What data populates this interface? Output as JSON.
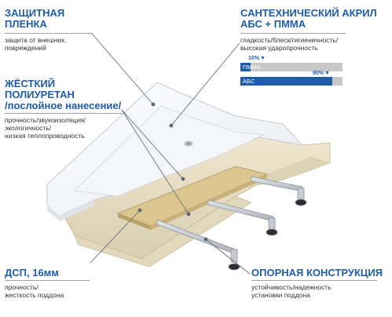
{
  "callouts": {
    "film": {
      "title1": "ЗАЩИТНАЯ",
      "title2": "ПЛЕНКА",
      "desc1": "защита от внешних",
      "desc2": "повреждений"
    },
    "acrylic": {
      "title1": "САНТЕХНИЧЕСКИЙ АКРИЛ",
      "title2": "АБС + ПММА",
      "desc1": "гладкость/блеск/гигиеничность/",
      "desc2": "высокая ударопрочность"
    },
    "pu": {
      "title1": "ЖЁСТКИЙ",
      "title2": "ПОЛИУРЕТАН",
      "title3": "/послойное нанесение/",
      "desc1": "прочность/звукоизоляция/",
      "desc2": "экологичность/",
      "desc3": "низкая теплопроводность"
    },
    "dsp": {
      "title": "ДСП, 16мм",
      "desc1": "прочность/",
      "desc2": "жесткость поддона"
    },
    "frame": {
      "title": "ОПОРНАЯ КОНСТРУКЦИЯ",
      "desc1": "устойчивость/надежность",
      "desc2": "установки поддона"
    }
  },
  "bars": [
    {
      "label": "ПММА",
      "value": 10,
      "pct_label": "10%"
    },
    {
      "label": "АБС",
      "value": 90,
      "pct_label": "90%"
    }
  ],
  "colors": {
    "accent": "#1f5da8",
    "bar_bg": "#c8c8c8",
    "composite": "#e8e0c8",
    "board": "#d9c38e"
  }
}
